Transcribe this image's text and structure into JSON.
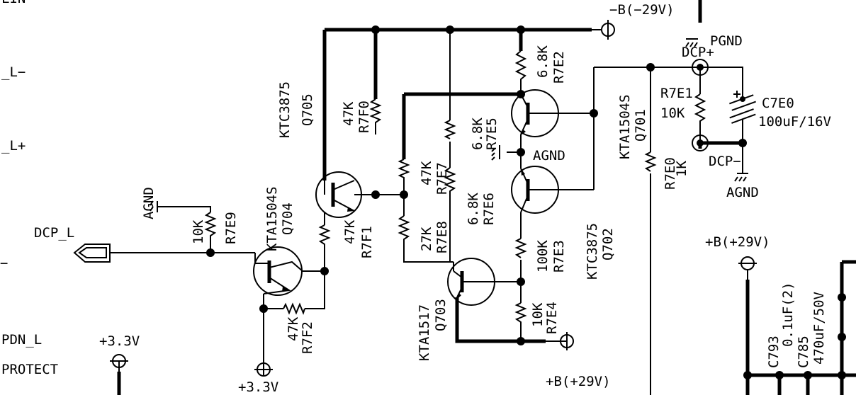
{
  "schematic": {
    "partial_top_left": "LIN",
    "ports": {
      "l_minus": "_L−",
      "l_plus": "_L+",
      "dcp_l": "DCP_L",
      "pdn_l": "PDN_L",
      "protect": "PROTECT",
      "dash_left": "−"
    },
    "supplies": {
      "neg_b": "−B(−29V)",
      "pos_b_top": "+B(+29V)",
      "pos_b_bottom": "+B(+29V)",
      "v33_a": "+3.3V",
      "v33_b": "+3.3V"
    },
    "grounds": {
      "pgnd": "PGND",
      "agnd_left": "AGND",
      "agnd_mid": "AGND",
      "agnd_right": "AGND"
    },
    "connectors": {
      "dcp_plus": "DCP+",
      "dcp_minus": "DCP−"
    },
    "transistors": [
      {
        "ref": "Q705",
        "part": "KTC3875"
      },
      {
        "ref": "Q704",
        "part": "KTA1504S"
      },
      {
        "ref": "Q703",
        "part": "KTA1517"
      },
      {
        "ref": "Q702",
        "part": "KTC3875"
      },
      {
        "ref": "Q701",
        "part": "KTA1504S"
      }
    ],
    "resistors": [
      {
        "ref": "R7E9",
        "value": "10K"
      },
      {
        "ref": "R7F2",
        "value": "47K"
      },
      {
        "ref": "R7F0",
        "value": "47K"
      },
      {
        "ref": "R7F1",
        "value": "47K"
      },
      {
        "ref": "R7E7",
        "value": "47K"
      },
      {
        "ref": "R7E8",
        "value": "27K"
      },
      {
        "ref": "R7E5",
        "value": "6.8K"
      },
      {
        "ref": "R7E2",
        "value": "6.8K"
      },
      {
        "ref": "R7E6",
        "value": "6.8K"
      },
      {
        "ref": "R7E3",
        "value": "100K"
      },
      {
        "ref": "R7E4",
        "value": "10K"
      },
      {
        "ref": "R7E1",
        "value": "10K"
      },
      {
        "ref": "R7E0",
        "value": "1K"
      }
    ],
    "capacitors": [
      {
        "ref": "C7E0",
        "value": "100uF/16V"
      },
      {
        "ref": "C793",
        "value": "0.1uF(2)"
      },
      {
        "ref": "C785",
        "value": "470uF/50V"
      }
    ]
  }
}
